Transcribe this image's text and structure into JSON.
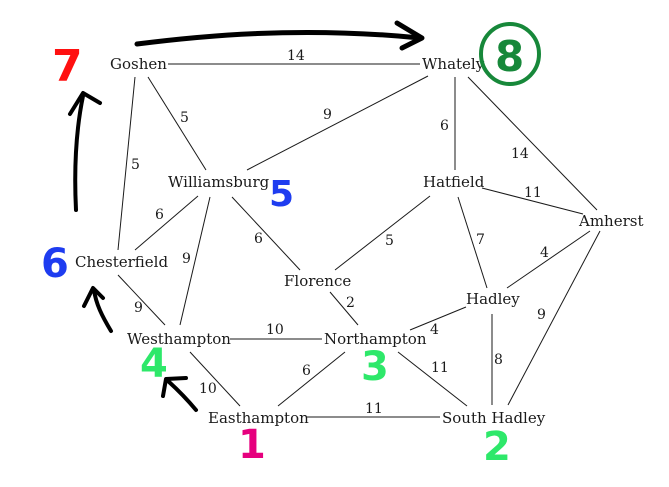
{
  "graph": {
    "towns": {
      "goshen": "Goshen",
      "whately": "Whately",
      "williamsburg": "Williamsburg",
      "hatfield": "Hatfield",
      "amherst": "Amherst",
      "chesterfield": "Chesterfield",
      "florence": "Florence",
      "hadley": "Hadley",
      "westhampton": "Westhampton",
      "northampton": "Northampton",
      "easthampton": "Easthampton",
      "south_hadley": "South Hadley"
    },
    "edges": [
      {
        "from": "Goshen",
        "to": "Whately",
        "weight": "14"
      },
      {
        "from": "Goshen",
        "to": "Williamsburg",
        "weight": "5"
      },
      {
        "from": "Goshen",
        "to": "Chesterfield",
        "weight": "5"
      },
      {
        "from": "Whately",
        "to": "Williamsburg",
        "weight": "9"
      },
      {
        "from": "Whately",
        "to": "Hatfield",
        "weight": "6"
      },
      {
        "from": "Whately",
        "to": "Amherst",
        "weight": "14"
      },
      {
        "from": "Hatfield",
        "to": "Amherst",
        "weight": "11"
      },
      {
        "from": "Williamsburg",
        "to": "Chesterfield",
        "weight": "6"
      },
      {
        "from": "Williamsburg",
        "to": "Florence",
        "weight": "6"
      },
      {
        "from": "Williamsburg",
        "to": "Westhampton",
        "weight": "9"
      },
      {
        "from": "Hatfield",
        "to": "Florence",
        "weight": "5"
      },
      {
        "from": "Hatfield",
        "to": "Hadley",
        "weight": "7"
      },
      {
        "from": "Amherst",
        "to": "Hadley",
        "weight": "4"
      },
      {
        "from": "Amherst",
        "to": "South Hadley",
        "weight": "9"
      },
      {
        "from": "Chesterfield",
        "to": "Westhampton",
        "weight": "9"
      },
      {
        "from": "Florence",
        "to": "Northampton",
        "weight": "2"
      },
      {
        "from": "Hadley",
        "to": "Northampton",
        "weight": "4"
      },
      {
        "from": "Hadley",
        "to": "South Hadley",
        "weight": "8"
      },
      {
        "from": "Westhampton",
        "to": "Northampton",
        "weight": "10"
      },
      {
        "from": "Westhampton",
        "to": "Easthampton",
        "weight": "10"
      },
      {
        "from": "Northampton",
        "to": "Easthampton",
        "weight": "6"
      },
      {
        "from": "Northampton",
        "to": "South Hadley",
        "weight": "11"
      },
      {
        "from": "Easthampton",
        "to": "South Hadley",
        "weight": "11"
      }
    ]
  },
  "annotations": {
    "order": [
      {
        "town": "Easthampton",
        "number": "1",
        "color": "#e6007e"
      },
      {
        "town": "South Hadley",
        "number": "2",
        "color": "#2ee86a"
      },
      {
        "town": "Northampton",
        "number": "3",
        "color": "#2ee86a"
      },
      {
        "town": "Westhampton",
        "number": "4",
        "color": "#2ee86a"
      },
      {
        "town": "Williamsburg",
        "number": "5",
        "color": "#1e3cf0"
      },
      {
        "town": "Chesterfield",
        "number": "6",
        "color": "#1e3cf0"
      },
      {
        "town": "Goshen",
        "number": "7",
        "color": "#ff1010"
      },
      {
        "town": "Whately",
        "number": "8",
        "color": "#17883a"
      }
    ],
    "stroke_color": "#000000"
  }
}
